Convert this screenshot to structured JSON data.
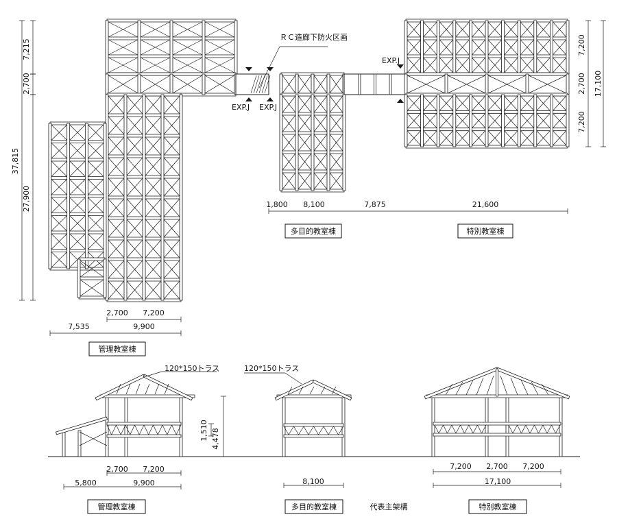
{
  "colors": {
    "line": "#1a1a1a",
    "frame": "#2a2a2a"
  },
  "plan": {
    "annotation_rc": "ＲＣ造廊下防火区画",
    "exp_j": "EXP.J",
    "exp_j_left": "EXP.J",
    "exp_j_mid": "EXP.J",
    "kanri": {
      "name": "管理教室棟",
      "dims_left": [
        "7,215",
        "2,700",
        "27,900"
      ],
      "dim_total": "37,815",
      "dims_bottom_1": [
        "2,700",
        "7,200"
      ],
      "dim_bottom_2": "9,900",
      "dim_bottom_3": "7,535"
    },
    "tamokuteki": {
      "name": "多目的教室棟",
      "dims_bottom": [
        "1,800",
        "8,100",
        "7,875"
      ]
    },
    "tokubetsu": {
      "name": "特別教室棟",
      "dims_right": [
        "7,200",
        "2,700",
        "7,200"
      ],
      "dim_right_total": "17,100",
      "dim_bottom": "21,600"
    }
  },
  "sections": {
    "title": "代表主架構",
    "truss_label_1": "120*150トラス",
    "truss_label_2": "120*150トラス",
    "kanri": {
      "name": "管理教室棟",
      "dims_h1": [
        "2,700",
        "7,200"
      ],
      "dims_h2": [
        "5,800",
        "9,900"
      ],
      "dims_v": [
        "1,510",
        "4,478"
      ]
    },
    "tamokuteki": {
      "name": "多目的教室棟",
      "dim": "8,100"
    },
    "tokubetsu": {
      "name": "特別教室棟",
      "dims_h1": [
        "7,200",
        "2,700",
        "7,200"
      ],
      "dim_h2": "17,100"
    }
  }
}
